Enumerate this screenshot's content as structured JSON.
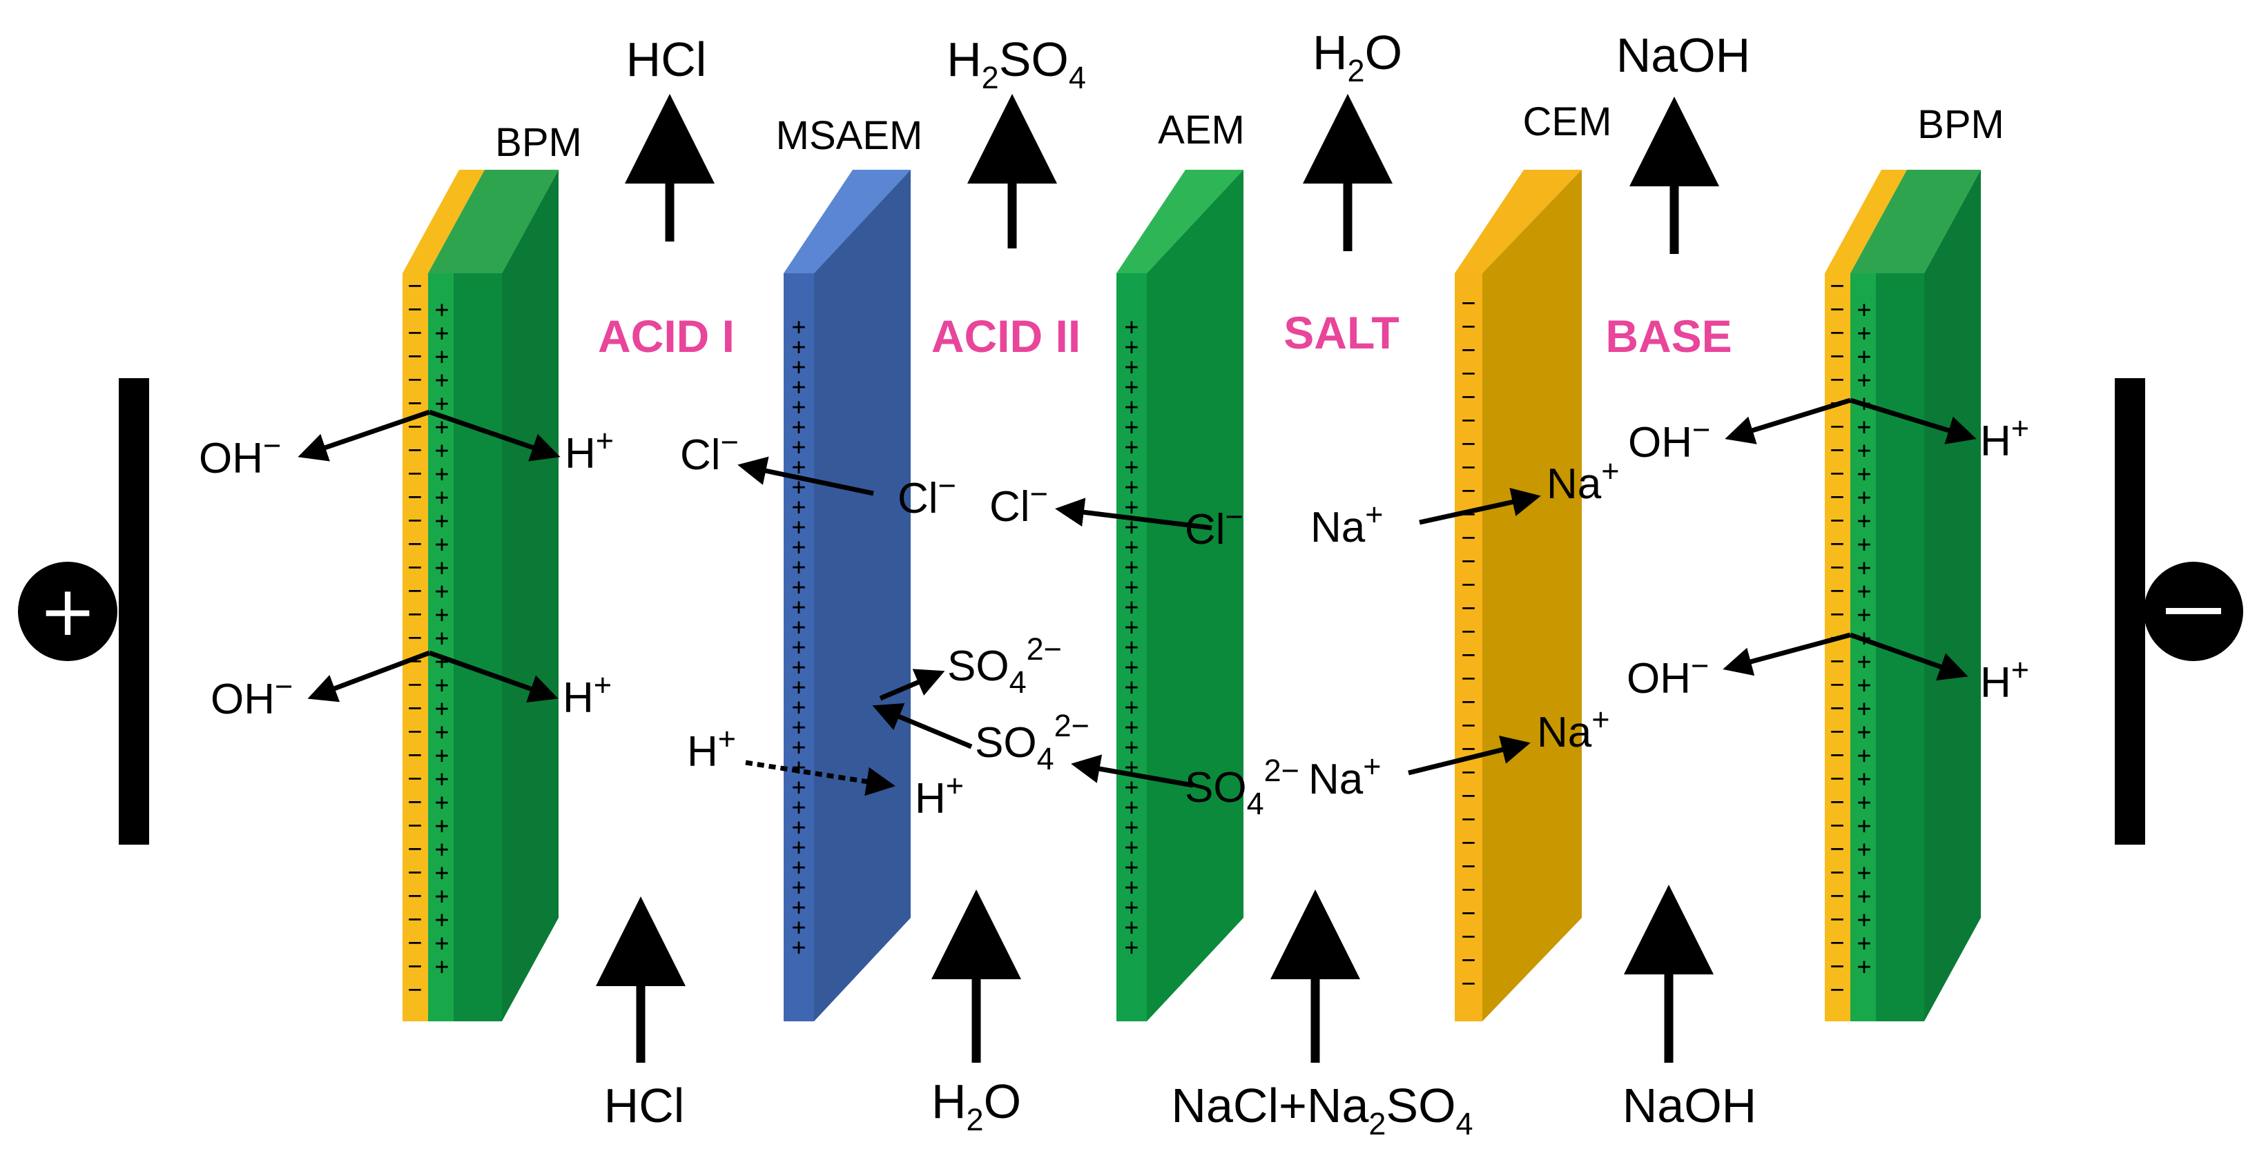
{
  "membranes": {
    "bpm_left": "BPM",
    "msaem": "MSAEM",
    "aem": "AEM",
    "cem": "CEM",
    "bpm_right": "BPM"
  },
  "compartments": {
    "acid1": "ACID I",
    "acid2": "ACID II",
    "salt": "SALT",
    "base": "BASE"
  },
  "outputs": {
    "acid1": "HCl",
    "acid2_main": "H",
    "acid2_sub1": "2",
    "acid2_mid": "SO",
    "acid2_sub2": "4",
    "salt_main": "H",
    "salt_sub": "2",
    "salt_end": "O",
    "base": "NaOH"
  },
  "inputs": {
    "acid1": "HCl",
    "acid2_main": "H",
    "acid2_sub": "2",
    "acid2_end": "O",
    "salt_a": "NaCl+Na",
    "salt_sub1": "2",
    "salt_b": "SO",
    "salt_sub2": "4",
    "base": "NaOH"
  },
  "ions": {
    "oh": "OH",
    "oh_sup": "−",
    "h": "H",
    "h_sup": "+",
    "cl": "Cl",
    "cl_sup": "−",
    "na": "Na",
    "na_sup": "+",
    "so": "SO",
    "so_sub": "4",
    "so_sup": "2−"
  },
  "electrodes": {
    "anode": "+",
    "cathode": "—"
  },
  "signs": {
    "plus": "+",
    "minus": "−"
  },
  "colors": {
    "bpm_yellow": "#f8bb1c",
    "bpm_green": "#0b8a3e",
    "msaem_blue": "#3a5fa0",
    "aem_green": "#0b8a3e",
    "cem_gold": "#c99700",
    "compartment_label": "#e8459b"
  }
}
